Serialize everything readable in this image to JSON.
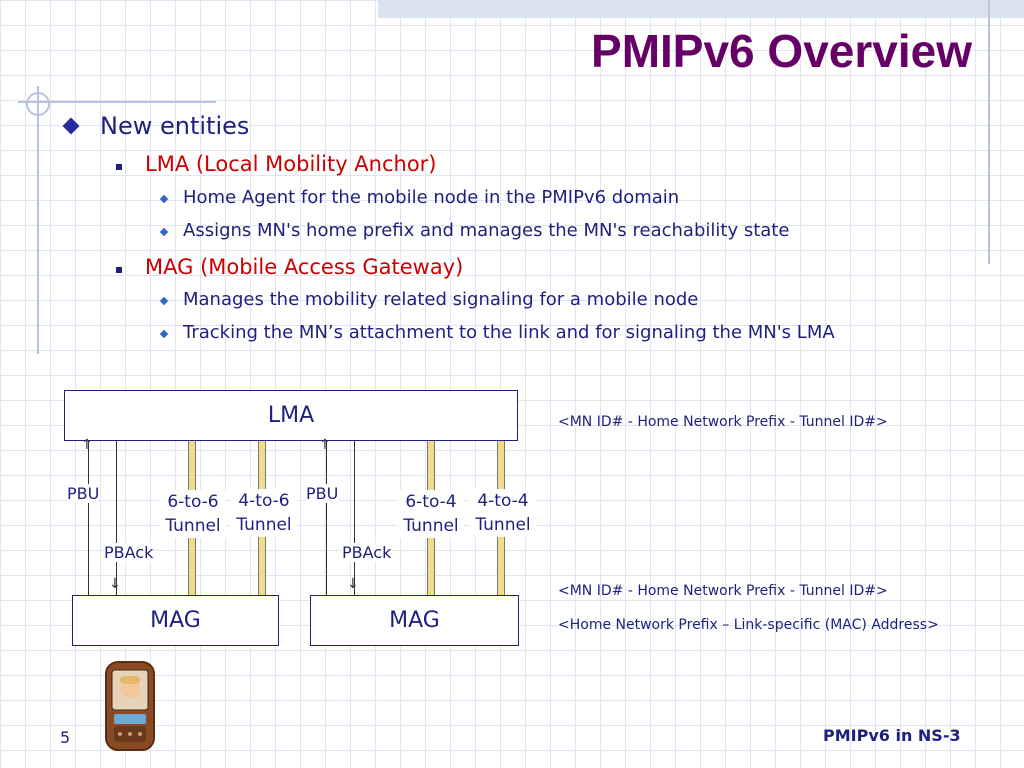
{
  "slide": {
    "title": "PMIPv6 Overview",
    "page_number": "5",
    "footer": "PMIPv6 in NS-3"
  },
  "bullets": {
    "level1": "New entities",
    "lma": {
      "heading": "LMA (Local Mobility Anchor)",
      "items": [
        "Home Agent for the mobile node in the PMIPv6 domain",
        "Assigns MN's home prefix and manages the MN's reachability state"
      ]
    },
    "mag": {
      "heading": "MAG (Mobile Access Gateway)",
      "items": [
        "Manages the mobility related signaling for a mobile node",
        "Tracking the MN’s attachment to the link and for signaling the MN's LMA"
      ]
    }
  },
  "diagram": {
    "lma_label": "LMA",
    "mag_left_label": "MAG",
    "mag_right_label": "MAG",
    "left": {
      "pbu": "PBU",
      "pback": "PBAck",
      "tunnel_a_line1": "6-to-6",
      "tunnel_a_line2": "Tunnel",
      "tunnel_b_line1": "4-to-6",
      "tunnel_b_line2": "Tunnel"
    },
    "right": {
      "pbu": "PBU",
      "pback": "PBAck",
      "tunnel_a_line1": "6-to-4",
      "tunnel_a_line2": "Tunnel",
      "tunnel_b_line1": "4-to-4",
      "tunnel_b_line2": "Tunnel"
    },
    "notes": {
      "lma_note": "<MN ID# - Home Network Prefix - Tunnel ID#>",
      "mag_note_1": "<MN ID# - Home Network Prefix - Tunnel ID#>",
      "mag_note_2": "<Home Network Prefix – Link-specific (MAC) Address>"
    }
  },
  "icons": {
    "phone": "mobile-phone-icon"
  },
  "colors": {
    "title": "#660066",
    "body_text": "#1f1f7f",
    "sub_heading": "#cc0000",
    "tunnel": "#f0dc8a"
  }
}
